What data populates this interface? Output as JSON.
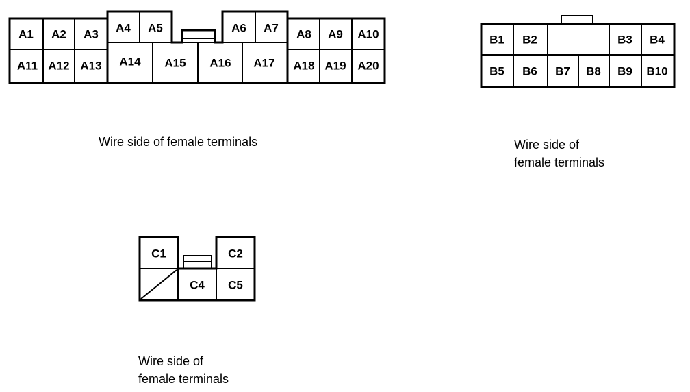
{
  "connector_a": {
    "top_row": [
      "A1",
      "A2",
      "A3",
      "A4",
      "A5",
      "A6",
      "A7",
      "A8",
      "A9",
      "A10"
    ],
    "bottom_row": [
      "A11",
      "A12",
      "A13",
      "A14",
      "A15",
      "A16",
      "A17",
      "A18",
      "A19",
      "A20"
    ],
    "caption": "Wire side of female terminals"
  },
  "connector_b": {
    "top_row": [
      "B1",
      "B2",
      "B3",
      "B4"
    ],
    "bottom_row": [
      "B5",
      "B6",
      "B7",
      "B8",
      "B9",
      "B10"
    ],
    "caption_lines": [
      "Wire side of",
      "female terminals"
    ]
  },
  "connector_c": {
    "top_row": [
      "C1",
      "C2"
    ],
    "bottom_row": [
      "C4",
      "C5"
    ],
    "caption_lines": [
      "Wire side of",
      "female terminals"
    ]
  }
}
